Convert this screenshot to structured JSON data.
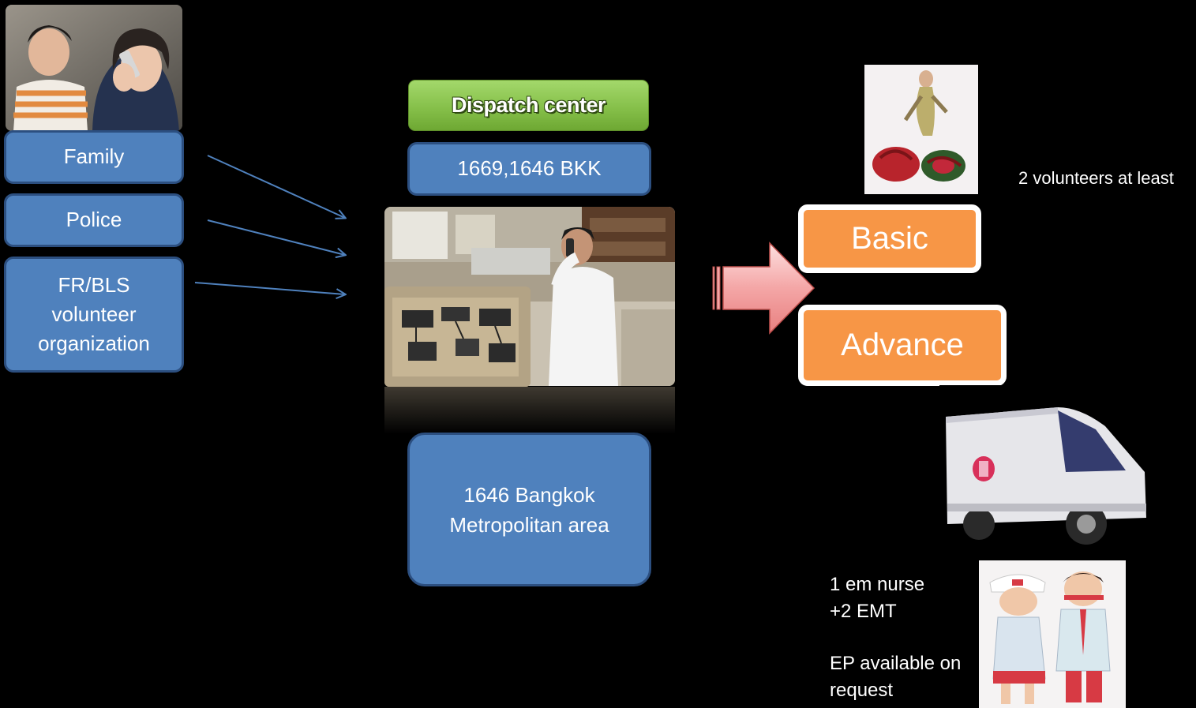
{
  "sources": {
    "family": "Family",
    "police": "Police",
    "volunteer_lines": [
      "FR/BLS",
      "volunteer",
      "organization"
    ]
  },
  "dispatch": {
    "title": "Dispatch center",
    "numbers": "1669,1646 BKK",
    "bkk_lines": [
      "1646 Bangkok",
      "Metropolitan area"
    ]
  },
  "units": {
    "basic": "Basic",
    "advance": "Advance",
    "basic_note": "2 volunteers at least",
    "advance_note_lines": [
      "1 em nurse",
      "+2 EMT"
    ],
    "ep_note_lines": [
      "EP available on",
      "request"
    ]
  },
  "colors": {
    "blue_box": "#4f81bd",
    "orange_box": "#f79646",
    "green_header": "#86c04a",
    "arrow_line": "#4f81bd",
    "big_arrow": "#f4a6a6"
  },
  "icons": {
    "callers_photo": "people-on-phone-photo",
    "dispatch_photo": "dispatch-operator-photo",
    "radio_photo": "radio-equipment-photo",
    "basic_photo": "volunteer-rescue-illustration",
    "ambulance_photo": "ambulance-illustration",
    "advance_photo": "nurse-emt-illustration"
  }
}
